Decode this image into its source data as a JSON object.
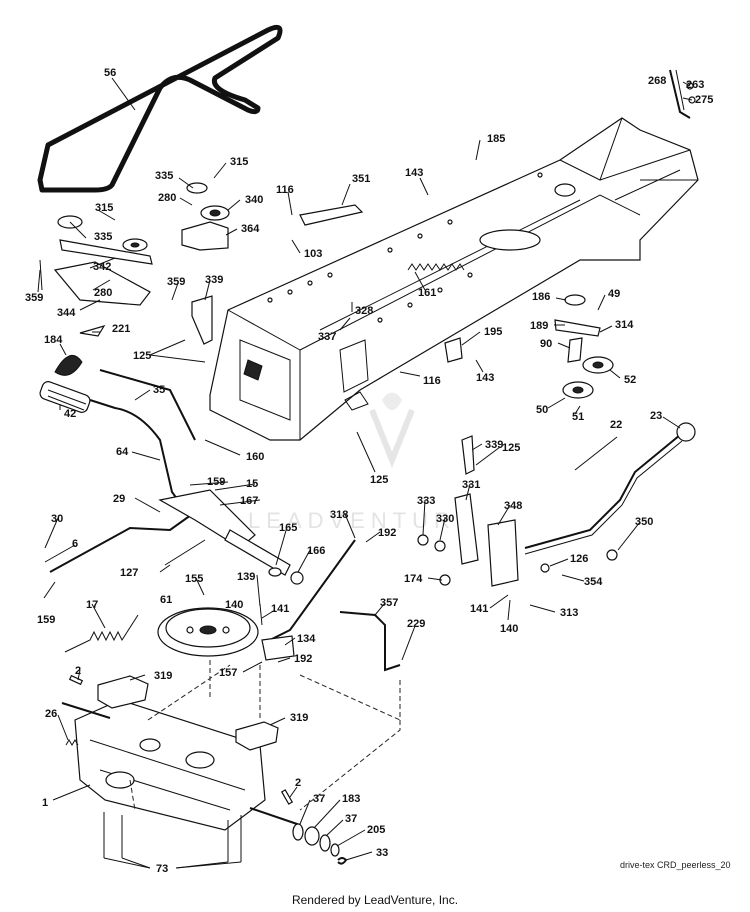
{
  "diagram": {
    "credit": "Rendered by LeadVenture, Inc.",
    "drawing_id": "drive-tex CRD_peerless_20",
    "watermark": "LEADVENTURE",
    "labels": {
      "l56": "56",
      "l268": "268",
      "l263": "263",
      "l275": "275",
      "l185": "185",
      "l335a": "335",
      "l315a": "315",
      "l280a": "280",
      "l340": "340",
      "l364": "364",
      "l116a": "116",
      "l103": "103",
      "l351": "351",
      "l143a": "143",
      "l315b": "315",
      "l335b": "335",
      "l342": "342",
      "l359a": "359",
      "l280b": "280",
      "l344": "344",
      "l359b": "359",
      "l339a": "339",
      "l161": "161",
      "l221": "221",
      "l184": "184",
      "l125a": "125",
      "l35": "35",
      "l42": "42",
      "l328": "328",
      "l337": "337",
      "l116b": "116",
      "l143b": "143",
      "l195": "195",
      "l186": "186",
      "l49": "49",
      "l189": "189",
      "l314": "314",
      "l90": "90",
      "l52": "52",
      "l50": "50",
      "l51": "51",
      "l23": "23",
      "l160": "160",
      "l339b": "339",
      "l125b": "125",
      "l125c": "125",
      "l64": "64",
      "l159a": "159",
      "l15": "15",
      "l167": "167",
      "l29": "29",
      "l30": "30",
      "l6": "6",
      "l165": "165",
      "l166": "166",
      "l318": "318",
      "l192a": "192",
      "l333": "333",
      "l330": "330",
      "l331": "331",
      "l348": "348",
      "l22": "22",
      "l350": "350",
      "l126": "126",
      "l354": "354",
      "l174": "174",
      "l127": "127",
      "l155": "155",
      "l139": "139",
      "l141a": "141",
      "l140a": "140",
      "l61": "61",
      "l17": "17",
      "l159b": "159",
      "l134": "134",
      "l157": "157",
      "l192b": "192",
      "l357": "357",
      "l229": "229",
      "l141b": "141",
      "l140b": "140",
      "l313": "313",
      "l2a": "2",
      "l319a": "319",
      "l319b": "319",
      "l26": "26",
      "l1": "1",
      "l2b": "2",
      "l37a": "37",
      "l183": "183",
      "l37b": "37",
      "l205": "205",
      "l33": "33",
      "l73": "73"
    }
  }
}
